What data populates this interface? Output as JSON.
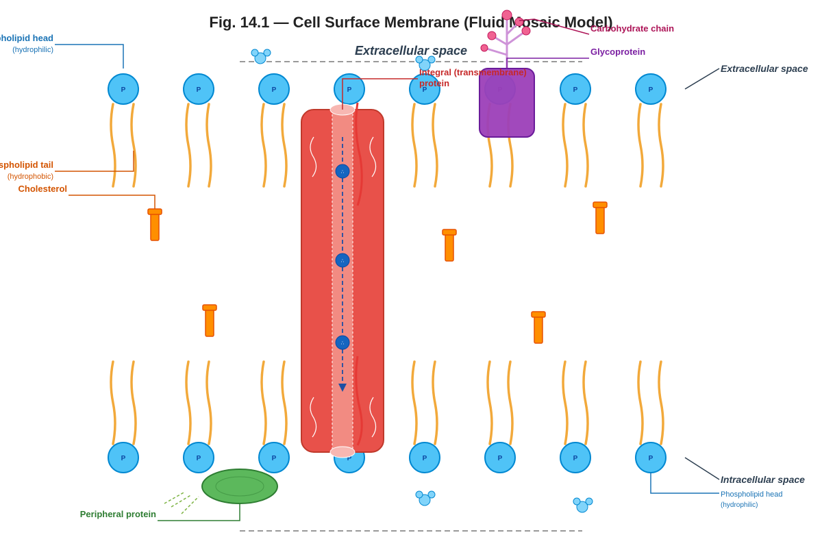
{
  "title": "Fig. 14.1 — Cell Surface Membrane (Fluid Mosaic Model)",
  "regions": {
    "extracellular_center": "Extracellular space",
    "extracellular_right": "Extracellular space",
    "intracellular_right": "Intracellular space"
  },
  "head_glyph": "P",
  "labels": {
    "phospholipid_head_top": "Phospholipid head",
    "phospholipid_head_top_sub": "(hydrophilic)",
    "phospholipid_tail": "Phospholipid tail",
    "phospholipid_tail_sub": "(hydrophobic)",
    "cholesterol": "Cholesterol",
    "integral_protein_line1": "Integral (transmembrane)",
    "integral_protein_line2": "protein",
    "carbohydrate_chain": "Carbohydrate chain",
    "glycoprotein": "Glycoprotein",
    "peripheral_protein": "Peripheral protein",
    "phospholipid_head_bottom": "Phospholipid head",
    "phospholipid_head_bottom_sub": "(hydrophilic)"
  },
  "colors": {
    "head_fill": "#4fc3f7",
    "head_stroke": "#0288d1",
    "tail": "#f2a93b",
    "cholesterol": "#ff8f00",
    "integral_protein": "#e8514a",
    "glycoprotein": "#9c3fb8",
    "carbohydrate": "#f06292",
    "peripheral_protein": "#5cb85c",
    "label_blue": "#1a73b5",
    "label_orange": "#d35400",
    "label_red": "#c62828",
    "label_magenta": "#ad1457",
    "label_purple": "#7b1fa2",
    "label_green": "#2e7d32",
    "label_dark": "#2c3e50"
  }
}
